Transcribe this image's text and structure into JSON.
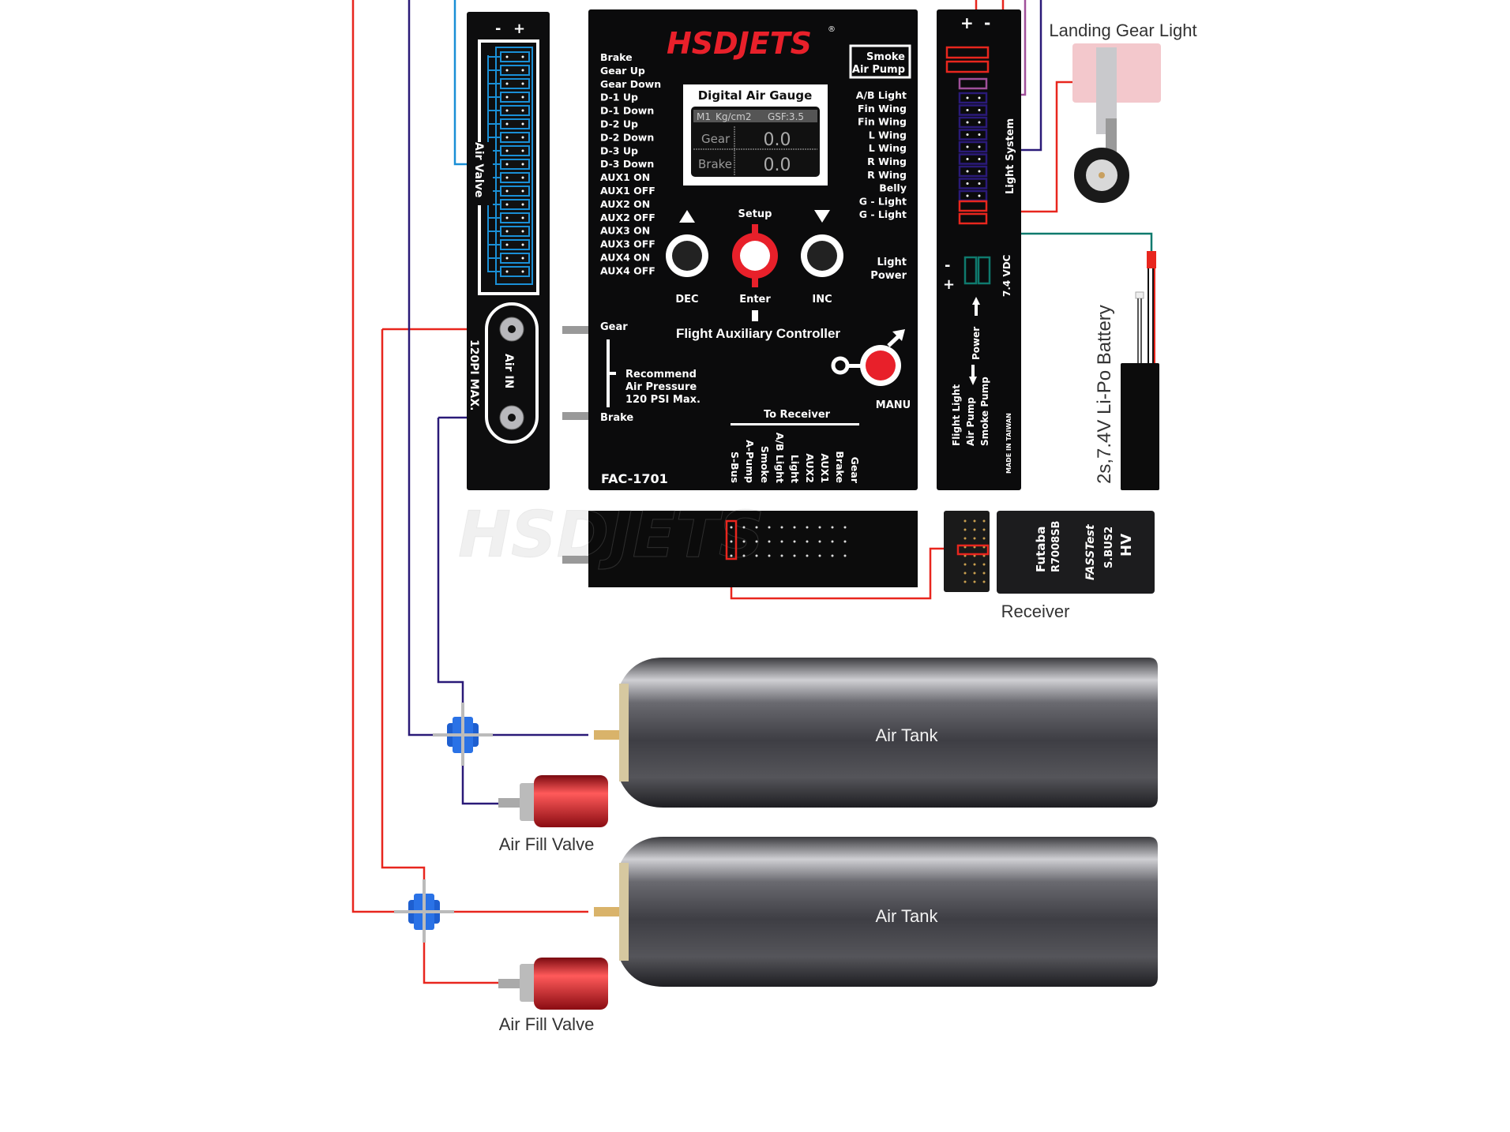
{
  "controller": {
    "brand": "HSDJETS",
    "brand_mark": "®",
    "model": "FAC-1701",
    "title": "Flight Auxiliary Controller",
    "left_outputs": [
      "Brake",
      "Gear Up",
      "Gear Down",
      "D-1 Up",
      "D-1 Down",
      "D-2 Up",
      "D-2 Down",
      "D-3 Up",
      "D-3 Down",
      "AUX1 ON",
      "AUX1 OFF",
      "AUX2 ON",
      "AUX2 OFF",
      "AUX3 ON",
      "AUX3 OFF",
      "AUX4 ON",
      "AUX4 OFF"
    ],
    "smoke_box": [
      "Smoke",
      "Air Pump"
    ],
    "right_outputs": [
      "A/B Light",
      "Fin Wing",
      "Fin Wing",
      "L Wing",
      "L Wing",
      "R Wing",
      "R Wing",
      "Belly",
      "G - Light",
      "G - Light"
    ],
    "light_power": [
      "Light",
      "Power"
    ],
    "gauge": {
      "title": "Digital Air Gauge",
      "mode": "M1",
      "unit": "Kg/cm2",
      "setting": "GSF:3.5",
      "rows": [
        {
          "label": "Gear",
          "value": "0.0"
        },
        {
          "label": "Brake",
          "value": "0.0"
        }
      ]
    },
    "buttons": {
      "dec": "DEC",
      "enter": "Enter",
      "inc": "INC",
      "setup": "Setup",
      "manu": "MANU"
    },
    "pressure": {
      "gear": "Gear",
      "brake": "Brake",
      "note": [
        "Recommend",
        "Air Pressure",
        "120 PSI Max."
      ]
    },
    "to_receiver": "To Receiver",
    "receiver_ports": [
      "S-Bus",
      "A-Pump",
      "Smoke",
      "A/B Light",
      "Light",
      "AUX2",
      "AUX1",
      "Brake",
      "Gear"
    ]
  },
  "left_panel": {
    "polarity": [
      "-",
      "+"
    ],
    "air_valve": "Air Valve",
    "air_in": "Air IN",
    "max": "120PI MAX."
  },
  "right_panel": {
    "polarity_top": [
      "+",
      "-"
    ],
    "light_system": "Light System",
    "vdc": "7.4 VDC",
    "polarity_side": [
      "-",
      "+"
    ],
    "power": "Power",
    "power_labels": [
      "Flight Light",
      "Air Pump",
      "Smoke Pump"
    ],
    "made_in": "MADE IN TAIWAN"
  },
  "receiver": {
    "label": "Receiver",
    "brand": "Futaba",
    "model": "R7008SB",
    "protocol": "FASSTest",
    "bus": "S.BUS2",
    "hv": "HV"
  },
  "labels": {
    "landing_gear_light": "Landing Gear Light",
    "battery": "2s,7.4V Li-Po Battery",
    "tank1": "Air Tank",
    "tank2": "Air Tank",
    "fill_valve1": "Air Fill Valve",
    "fill_valve2": "Air Fill Valve",
    "watermark": "HSDJETS"
  },
  "colors": {
    "red_wire": "#e8261e",
    "purple_wire": "#2a1a78",
    "blue_wire": "#1a8fd6",
    "green_wire": "#0f7a6e",
    "pink_wire": "#a0509a"
  }
}
